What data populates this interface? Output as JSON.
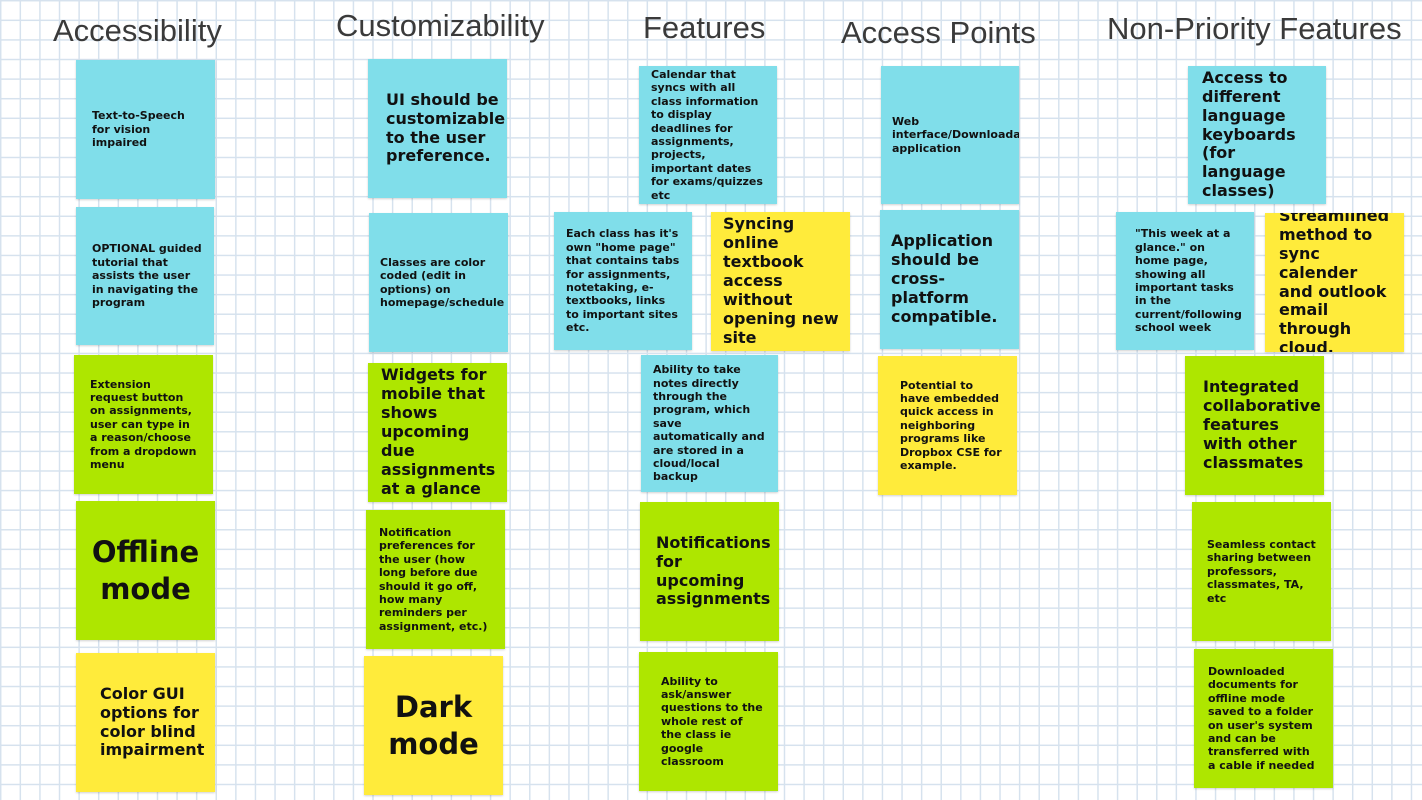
{
  "columns": [
    {
      "title": "Accessibility",
      "notes": [
        {
          "text": "Text-to-Speech for vision impaired",
          "color": "#80deea"
        },
        {
          "text": "OPTIONAL guided tutorial that assists the user in navigating the program",
          "color": "#80deea"
        },
        {
          "text": "Extension request button on assignments, user can type in a reason/choose from a dropdown menu",
          "color": "#aee600"
        },
        {
          "text": "Offline mode",
          "color": "#aee600"
        },
        {
          "text": "Color GUI options for color blind impairment",
          "color": "#ffeb3b"
        }
      ]
    },
    {
      "title": "Customizability",
      "notes": [
        {
          "text": "UI should be customizable to the user preference.",
          "color": "#80deea"
        },
        {
          "text": "Classes are color coded (edit in options) on homepage/schedule",
          "color": "#80deea"
        },
        {
          "text": "Widgets for mobile that shows upcoming due assignments at a glance",
          "color": "#aee600"
        },
        {
          "text": "Notification preferences for the user (how long before due should it go off, how many reminders per assignment, etc.)",
          "color": "#aee600"
        },
        {
          "text": "Dark mode",
          "color": "#ffeb3b"
        }
      ]
    },
    {
      "title": "Features",
      "notes": [
        {
          "text": "Calendar that syncs with all class information to display deadlines for assignments, projects, important dates for exams/quizzes etc",
          "color": "#80deea"
        },
        {
          "text": "Each class has it's own \"home page\" that contains tabs for assignments, notetaking, e-textbooks, links to important sites etc.",
          "color": "#80deea"
        },
        {
          "text": "Syncing online textbook access without opening new site",
          "color": "#ffeb3b"
        },
        {
          "text": "Ability to take notes directly through the program, which save automatically and are stored in a cloud/local backup",
          "color": "#80deea"
        },
        {
          "text": "Notifications for upcoming assignments",
          "color": "#aee600"
        },
        {
          "text": "Ability to ask/answer questions to the whole rest of the class ie google classroom",
          "color": "#aee600"
        }
      ]
    },
    {
      "title": "Access Points",
      "notes": [
        {
          "text": "Web interface/Downloadable application",
          "color": "#80deea"
        },
        {
          "text": "Application should be cross-platform compatible.",
          "color": "#80deea"
        },
        {
          "text": "Potential to have embedded quick access in neighboring programs like Dropbox CSE for example.",
          "color": "#ffeb3b"
        }
      ]
    },
    {
      "title": "Non-Priority Features",
      "notes": [
        {
          "text": "Access to different language keyboards (for language classes)",
          "color": "#80deea"
        },
        {
          "text": "\"This week at a glance.\" on home page, showing all important tasks in the current/following school week",
          "color": "#80deea"
        },
        {
          "text": "Streamlined method to sync calender and outlook email through cloud.",
          "color": "#ffeb3b"
        },
        {
          "text": "Integrated collaborative features with other classmates",
          "color": "#aee600"
        },
        {
          "text": "Seamless contact sharing between professors, classmates, TA,  etc",
          "color": "#aee600"
        },
        {
          "text": "Downloaded documents for offline mode saved to a folder on user's system and can be transferred with a cable if needed",
          "color": "#aee600"
        }
      ]
    }
  ]
}
